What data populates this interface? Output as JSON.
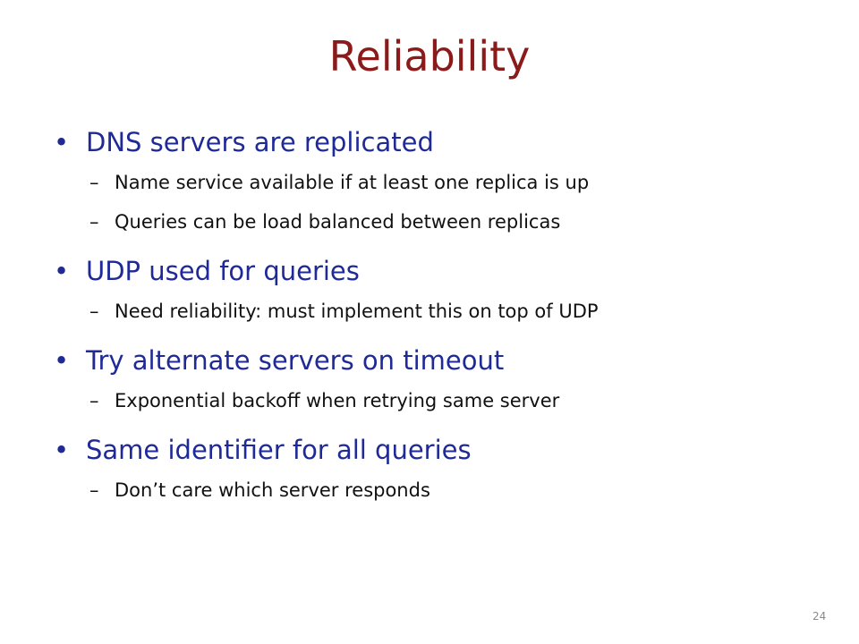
{
  "slide": {
    "title": "Reliability",
    "page_number": "24",
    "bullet_glyph": "•",
    "dash_glyph": "–",
    "colors": {
      "title": "#8b1a1a",
      "bullet_text": "#1f2a96",
      "sub_text": "#111111",
      "page_number": "#8a8a8a"
    },
    "bullets": [
      {
        "text": "DNS servers are replicated",
        "subs": [
          "Name service available if at least one replica is up",
          "Queries can be load balanced between replicas"
        ]
      },
      {
        "text": "UDP used for queries",
        "subs": [
          "Need reliability: must implement this on top of UDP"
        ]
      },
      {
        "text": "Try alternate servers on timeout",
        "subs": [
          "Exponential backoff when retrying same server"
        ]
      },
      {
        "text": "Same identifier for all queries",
        "subs": [
          "Don’t care which server responds"
        ]
      }
    ]
  }
}
